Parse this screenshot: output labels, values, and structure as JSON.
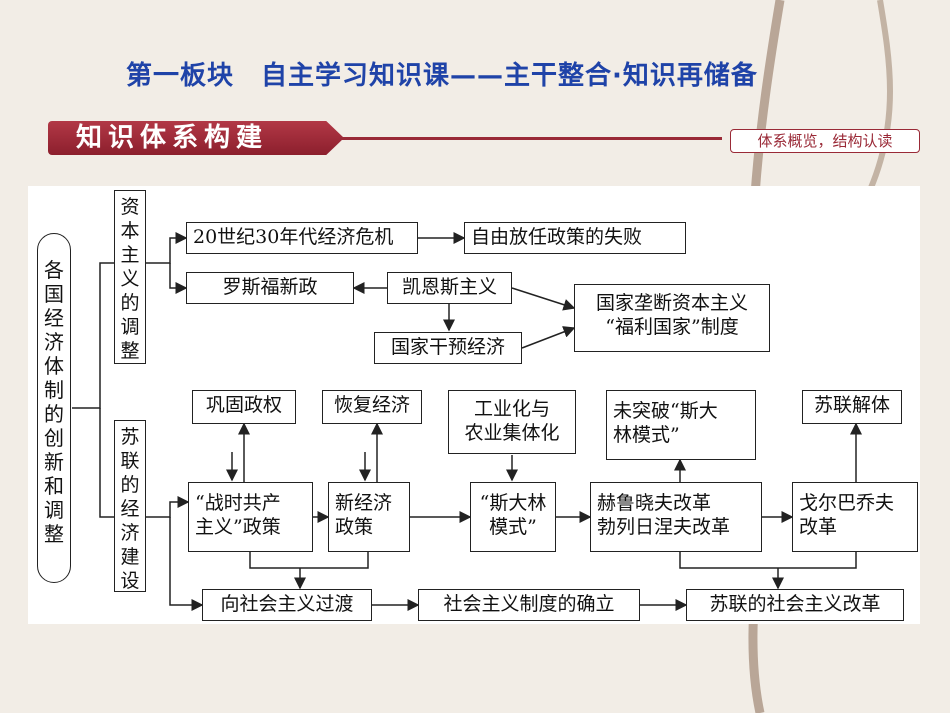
{
  "header": {
    "title": "第一板块　自主学习知识课——主干整合·知识再储备",
    "section": "知识体系构建",
    "tag": "体系概览，结构认读"
  },
  "diagram": {
    "root": "各国经济体制的创新和调整",
    "branch_capitalism": "资本主义的调整",
    "branch_soviet": "苏联的经济建设",
    "n_crisis": "20世纪30年代经济危机",
    "n_laissez": "自由放任政策的失败",
    "n_newdeal": "罗斯福新政",
    "n_keynes": "凯恩斯主义",
    "n_state_intervention": "国家干预经济",
    "n_monopoly": "国家垄断资本主义\n“福利国家”制度",
    "n_consolidate": "巩固政权",
    "n_recover": "恢复经济",
    "n_industrial": "工业化与\n农业集体化",
    "n_not_break": "未突破“斯大\n林模式”",
    "n_dissolve": "苏联解体",
    "n_war_comm": "“战时共产\n主义”政策",
    "n_nep": "新经济\n政策",
    "n_stalin": "“斯大林\n模式”",
    "n_khrush": "赫鲁晓夫改革\n勃列日涅夫改革",
    "n_gorb": "戈尔巴乔夫\n改革",
    "n_transition": "向社会主义过渡",
    "n_established": "社会主义制度的确立",
    "n_reform": "苏联的社会主义改革"
  },
  "colors": {
    "title": "#1f43a8",
    "banner": "#9a2a37",
    "line": "#222222"
  }
}
